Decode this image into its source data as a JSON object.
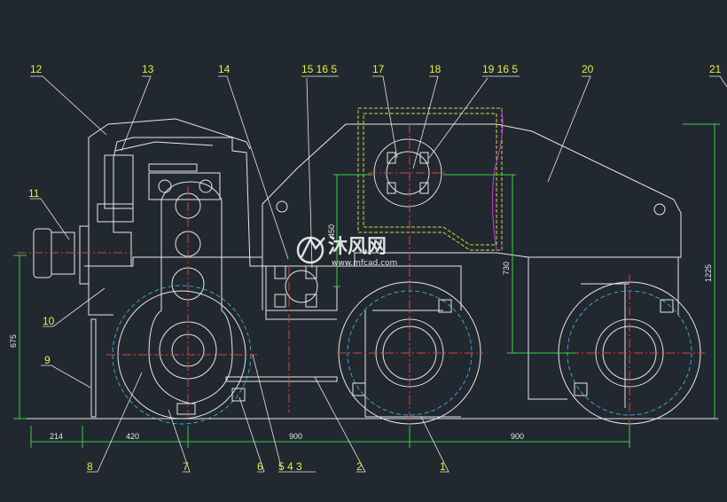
{
  "colors": {
    "background": "#212830",
    "outline": "#e8e8e8",
    "centerline": "#e23b3b",
    "hidden": "#3aa6c8",
    "dimension": "#3ccf3c",
    "callout": "#e9ef3a",
    "leader": "#e6e6e6",
    "highlight": "#d8d83a",
    "magenta": "#d23ad2"
  },
  "callouts": {
    "top": [
      "12",
      "13",
      "14",
      "15 16 5",
      "17",
      "18",
      "19 16 5",
      "20",
      "21"
    ],
    "left": [
      "11",
      "10",
      "9"
    ],
    "bottom": [
      "8",
      "7",
      "6",
      "5 4 3",
      "2",
      "1"
    ]
  },
  "dimensions": {
    "horizontal": [
      "214",
      "420",
      "900",
      "900"
    ],
    "vertical_left": "675",
    "vertical_right": "1225",
    "mid_450": "450",
    "mid_730": "730"
  },
  "watermark": {
    "brand": "沐风网",
    "url": "www.mfcad.com",
    "logo": "mf-logo-icon"
  }
}
